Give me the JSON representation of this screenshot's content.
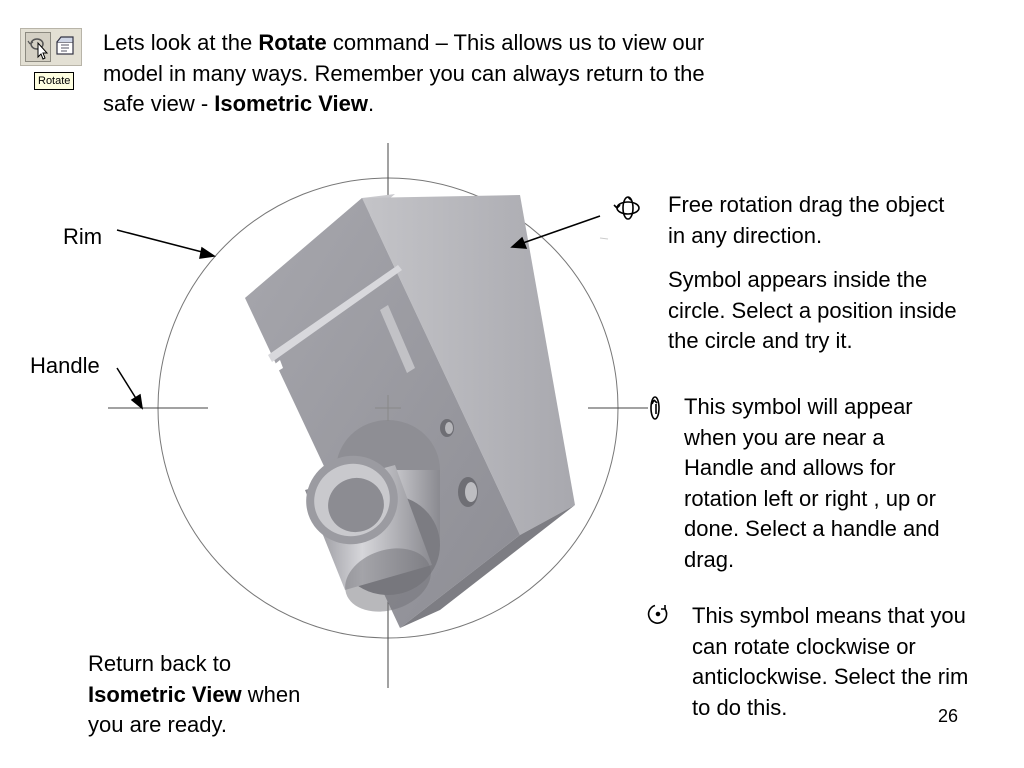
{
  "toolbar": {
    "tooltip": "Rotate"
  },
  "intro": {
    "line1_pre": "Lets look at the ",
    "line1_bold": "Rotate",
    "line1_post": " command – This allows us to view our",
    "line2": "model in many ways. Remember you can always return to the",
    "line3_pre": "safe view - ",
    "line3_bold": "Isometric View",
    "line3_post": "."
  },
  "labels": {
    "rim": "Rim",
    "handle": "Handle"
  },
  "free_rotation": {
    "line1": "Free rotation drag the object",
    "line2": "in any direction.",
    "line3": "Symbol appears inside the",
    "line4": "circle. Select a position inside",
    "line5": "the circle and try it."
  },
  "handle_info": {
    "line1": "This symbol will appear",
    "line2": "when you are near a",
    "line3": "Handle and allows for",
    "line4": "rotation left or right , up or",
    "line5": "done. Select a handle and",
    "line6": "drag."
  },
  "rim_info": {
    "line1": "This symbol means that you",
    "line2": "can rotate clockwise or",
    "line3": "anticlockwise. Select the rim",
    "line4": "to do this."
  },
  "return_info": {
    "line1": "Return back to",
    "line2_bold": "Isometric View",
    "line2_post": " when",
    "line3": "you are ready."
  },
  "slide_number": "26",
  "icons": [
    "rotate-tool-icon",
    "cursor-arrow-icon",
    "view-tool-icon",
    "free-rotate-icon",
    "handle-rotate-icon",
    "rim-rotate-icon"
  ],
  "colors": {
    "model_light": "#b8b8bc",
    "model_mid": "#9a9aa0",
    "model_dark": "#78787e",
    "tooltip_bg": "#ffffe1"
  }
}
